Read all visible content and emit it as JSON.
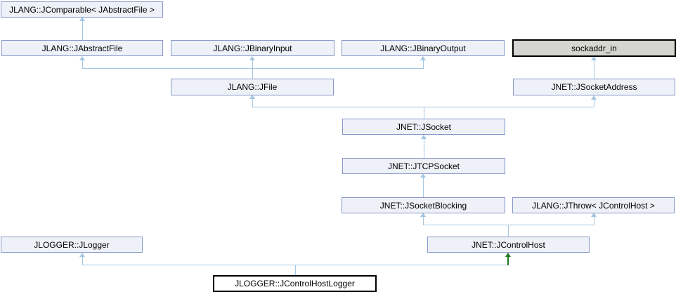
{
  "diagram": {
    "kind": "doxygen-inheritance-graph",
    "nodes": [
      {
        "id": "jcomparable",
        "label": "JLANG::JComparable< JAbstractFile >",
        "style": "default"
      },
      {
        "id": "jabstractfile",
        "label": "JLANG::JAbstractFile",
        "style": "default"
      },
      {
        "id": "jbinaryinput",
        "label": "JLANG::JBinaryInput",
        "style": "default"
      },
      {
        "id": "jbinaryoutput",
        "label": "JLANG::JBinaryOutput",
        "style": "default"
      },
      {
        "id": "sockaddr-in",
        "label": "sockaddr_in",
        "style": "external-grey"
      },
      {
        "id": "jfile",
        "label": "JLANG::JFile",
        "style": "default"
      },
      {
        "id": "jsocketaddress",
        "label": "JNET::JSocketAddress",
        "style": "default"
      },
      {
        "id": "jsocket",
        "label": "JNET::JSocket",
        "style": "default"
      },
      {
        "id": "jtcpsocket",
        "label": "JNET::JTCPSocket",
        "style": "default"
      },
      {
        "id": "jsocketblocking",
        "label": "JNET::JSocketBlocking",
        "style": "default"
      },
      {
        "id": "jthrow",
        "label": "JLANG::JThrow< JControlHost >",
        "style": "default"
      },
      {
        "id": "jlogger",
        "label": "JLOGGER::JLogger",
        "style": "default"
      },
      {
        "id": "jcontrolhost",
        "label": "JNET::JControlHost",
        "style": "default"
      },
      {
        "id": "jcontrolhostlogger",
        "label": "JLOGGER::JControlHostLogger",
        "style": "current-bold"
      }
    ],
    "edges": [
      {
        "from": "JLANG::JAbstractFile",
        "to": "JLANG::JComparable< JAbstractFile >",
        "style": "solid-lightblue"
      },
      {
        "from": "JLANG::JFile",
        "to": "JLANG::JAbstractFile",
        "style": "solid-lightblue"
      },
      {
        "from": "JLANG::JFile",
        "to": "JLANG::JBinaryInput",
        "style": "solid-lightblue"
      },
      {
        "from": "JLANG::JFile",
        "to": "JLANG::JBinaryOutput",
        "style": "solid-lightblue"
      },
      {
        "from": "JNET::JSocketAddress",
        "to": "sockaddr_in",
        "style": "solid-lightblue"
      },
      {
        "from": "JNET::JSocket",
        "to": "JLANG::JFile",
        "style": "solid-lightblue"
      },
      {
        "from": "JNET::JSocket",
        "to": "JNET::JSocketAddress",
        "style": "solid-lightblue"
      },
      {
        "from": "JNET::JTCPSocket",
        "to": "JNET::JSocket",
        "style": "solid-lightblue"
      },
      {
        "from": "JNET::JSocketBlocking",
        "to": "JNET::JTCPSocket",
        "style": "solid-lightblue"
      },
      {
        "from": "JNET::JControlHost",
        "to": "JNET::JSocketBlocking",
        "style": "solid-lightblue"
      },
      {
        "from": "JNET::JControlHost",
        "to": "JLANG::JThrow< JControlHost >",
        "style": "solid-lightblue"
      },
      {
        "from": "JLOGGER::JControlHostLogger",
        "to": "JLOGGER::JLogger",
        "style": "solid-lightblue"
      },
      {
        "from": "JLOGGER::JControlHostLogger",
        "to": "JNET::JControlHost",
        "style": "dashed-darkgreen"
      }
    ],
    "colors": {
      "edge_lightblue": "#a3c7e3",
      "edge_darkgreen": "#1e7b1e",
      "node_fill": "#eef1f8",
      "node_border": "#8797c9",
      "external_fill": "#d6d6d1",
      "external_border": "#000000",
      "current_fill": "#ffffff",
      "current_border": "#000000",
      "text": "#000000",
      "background": "#ffffff"
    }
  }
}
